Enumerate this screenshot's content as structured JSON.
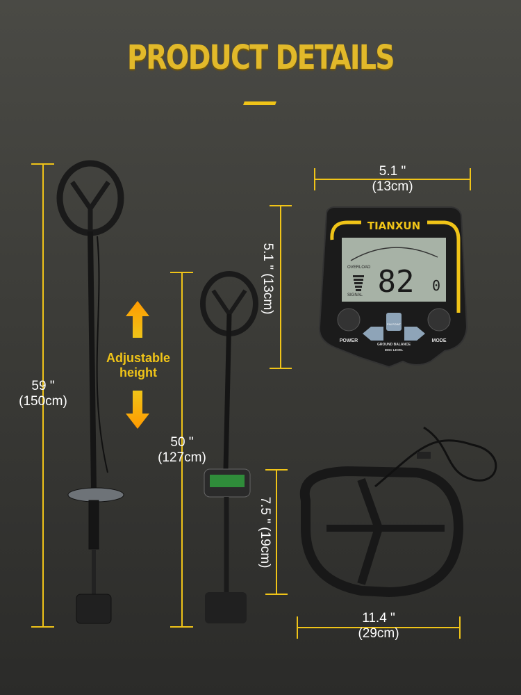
{
  "title": "PRODUCT DETAILS",
  "adjustable_label": [
    "Adjustable",
    "height"
  ],
  "dimensions": {
    "full_height": {
      "inch": "59 \"",
      "cm": "(150cm)"
    },
    "short_height": {
      "inch": "50 \"",
      "cm": "(127cm)"
    },
    "control_width": {
      "inch": "5.1 \"",
      "cm": "(13cm)"
    },
    "control_height": {
      "inch": "5.1 \"",
      "cm": "(13cm)"
    },
    "coil_height": {
      "inch": "7.5 \"",
      "cm": "(19cm)"
    },
    "coil_width": {
      "inch": "11.4 \"",
      "cm": "(29cm)"
    }
  },
  "control_box": {
    "brand": "TIANXUN",
    "reading": "82",
    "depth": "0",
    "overload": "OVERLOAD",
    "signal": "SIGNAL",
    "power": "POWER",
    "mode": "MODE",
    "ground_balance": "GROUND BALANCE",
    "disc_level": "DISC LEVEL",
    "pinpoint": "PIN POINT"
  },
  "colors": {
    "accent": "#f0c418",
    "background": "#3c3c38"
  }
}
